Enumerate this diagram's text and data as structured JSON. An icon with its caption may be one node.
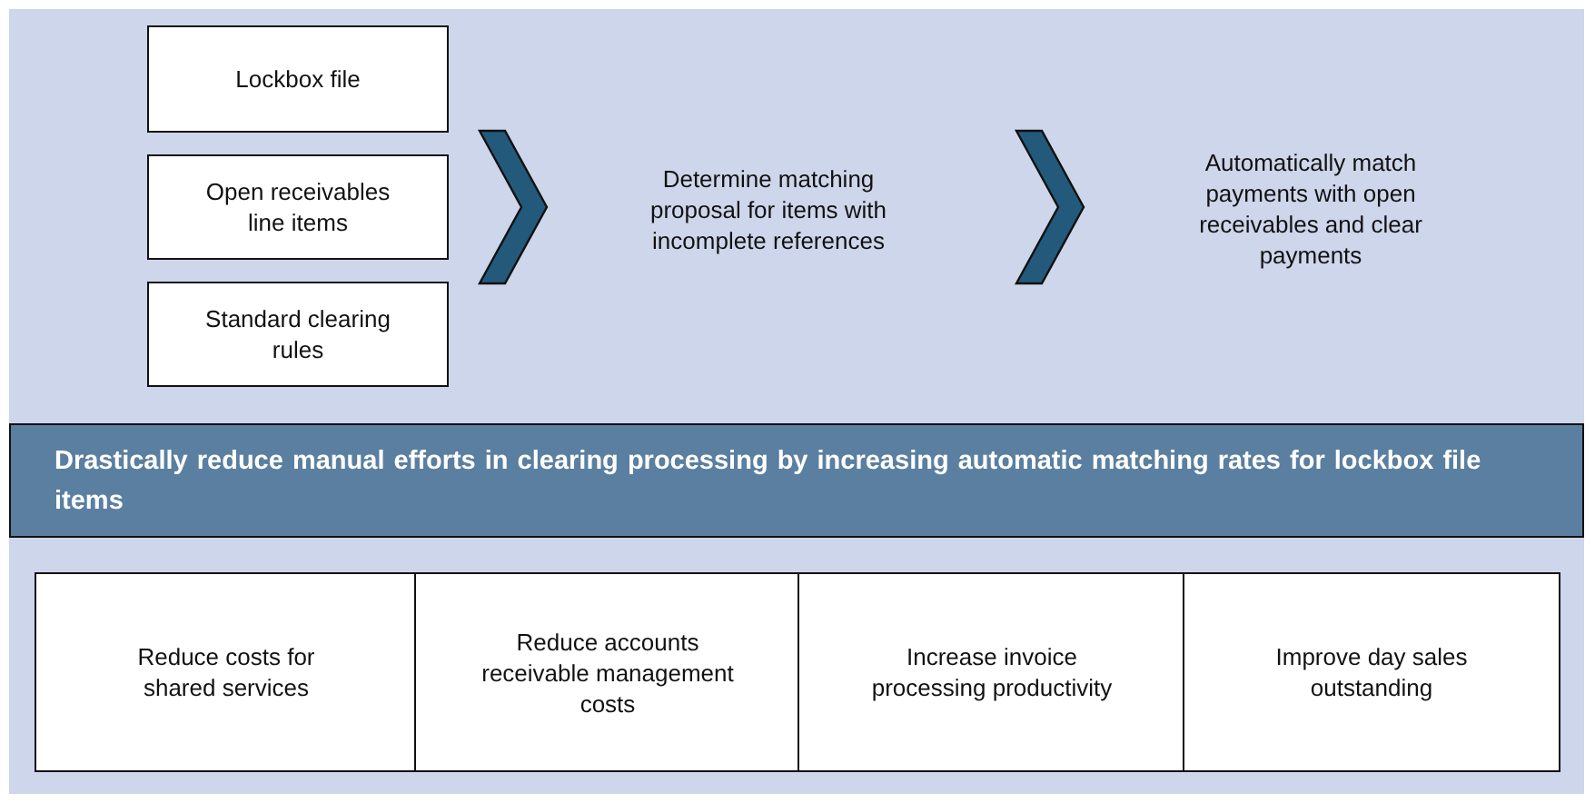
{
  "diagram": {
    "nodes": [
      {
        "text": [
          "Lockbox file"
        ]
      },
      {
        "text": [
          "Open receivables line items"
        ]
      },
      {
        "text": [
          "Standard clearing rules"
        ]
      },
      {
        "text": [
          "Determine matching proposal for items with incomplete references"
        ]
      },
      {
        "text": [
          "Automatically match payments with open receivables and clear payments"
        ]
      },
      {
        "text": [
          "Drastically reduce manual efforts in clearing processing by increasing automatic matching rates for lockbox file items"
        ]
      },
      {
        "text": [
          "Reduce costs for shared services"
        ]
      },
      {
        "text": [
          "Reduce accounts receivable management costs"
        ]
      },
      {
        "text": [
          "Increase invoice processing productivity"
        ]
      },
      {
        "text": [
          "Improve day sales outstanding"
        ]
      }
    ],
    "edges": [
      {
        "from": 0,
        "to": 3,
        "arrow": "to",
        "style": "thick"
      },
      {
        "from": 1,
        "to": 3,
        "arrow": "to",
        "style": "thick"
      },
      {
        "from": 2,
        "to": 3,
        "arrow": "to",
        "style": "thick"
      },
      {
        "from": 3,
        "to": 4,
        "arrow": "to",
        "style": "thick"
      }
    ]
  }
}
